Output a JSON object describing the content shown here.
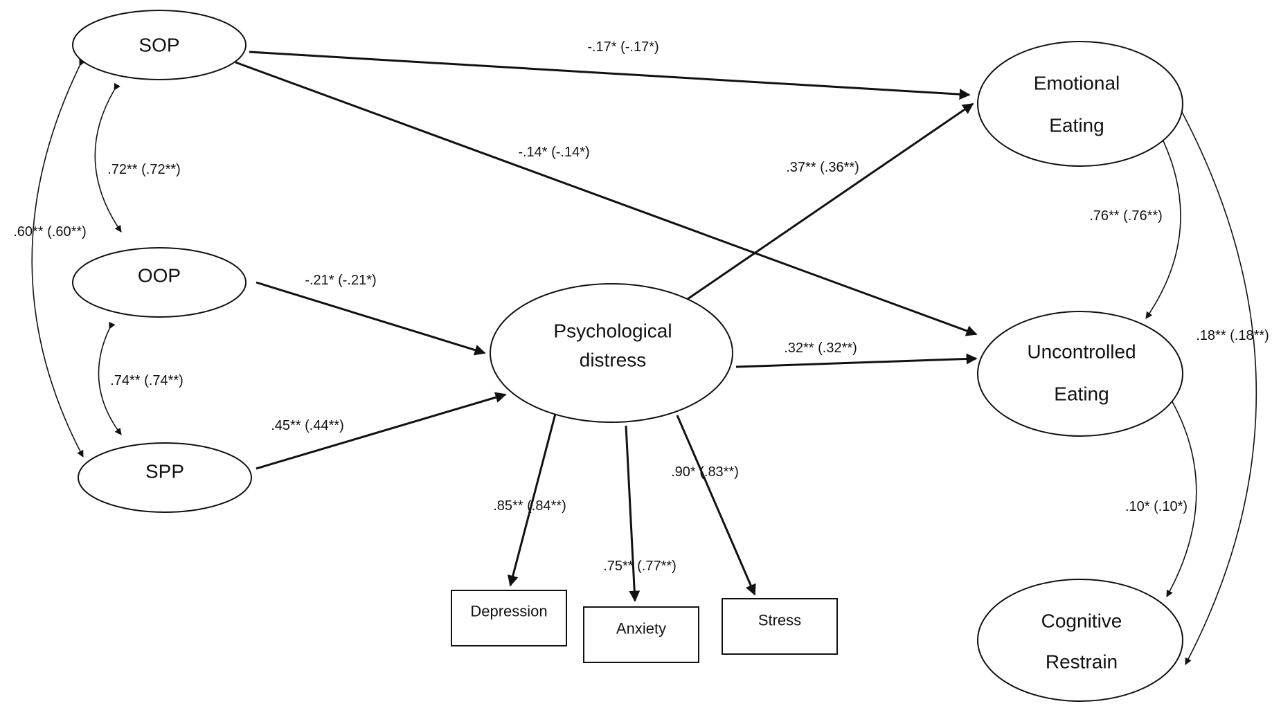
{
  "nodes": {
    "sop": "SOP",
    "oop": "OOP",
    "spp": "SPP",
    "psych": [
      "Psychological",
      "distress"
    ],
    "emo": [
      "Emotional",
      "Eating"
    ],
    "unc": [
      "Uncontrolled",
      "Eating"
    ],
    "cog": [
      "Cognitive",
      "Restrain"
    ],
    "dep": "Depression",
    "anx": "Anxiety",
    "str": "Stress"
  },
  "coefficients": {
    "sop_emo": "-.17* (-.17*)",
    "sop_unc": "-.14* (-.14*)",
    "psych_emo": ".37** (.36**)",
    "psych_unc": ".32** (.32**)",
    "oop_psych": "-.21* (-.21*)",
    "spp_psych": ".45** (.44**)",
    "sop_oop": ".72** (.72**)",
    "oop_spp": ".74** (.74**)",
    "sop_spp": ".60** (.60**)",
    "psych_dep": ".85** (.84**)",
    "psych_anx": ".75** (.77**)",
    "psych_str": ".90* (.83**)",
    "emo_unc": ".76** (.76**)",
    "unc_cog": ".10* (.10*)",
    "emo_cog": ".18** (.18**)"
  }
}
